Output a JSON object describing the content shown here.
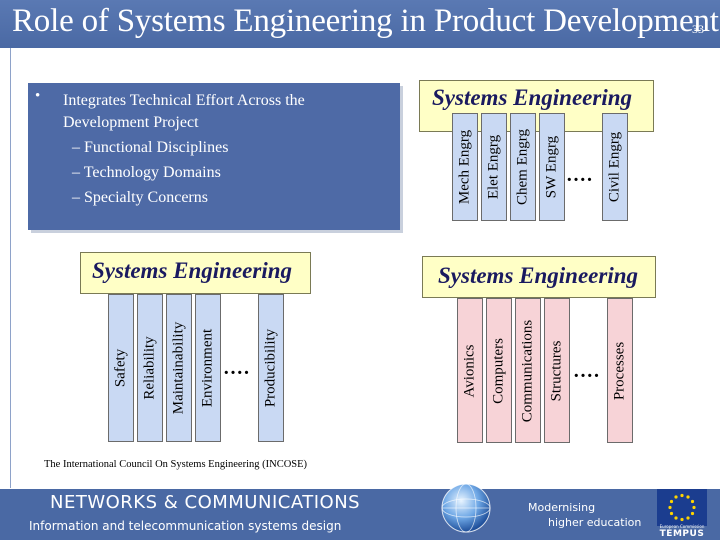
{
  "slide": {
    "title": "Role of Systems Engineering in Product Development",
    "number": "33"
  },
  "bullets": {
    "main": "Integrates Technical Effort Across the",
    "main_cont": "Development Project",
    "sub": [
      "– Functional Disciplines",
      "– Technology Domains",
      "– Specialty Concerns"
    ]
  },
  "diagrams": {
    "functional": {
      "title": "Systems Engineering",
      "items": [
        "Mech Engrg",
        "Elet Engrg",
        "Chem Engrg",
        "SW Engrg",
        "Civil Engrg"
      ],
      "color": "#c9d9f3"
    },
    "specialty": {
      "title": "Systems Engineering",
      "items": [
        "Safety",
        "Reliability",
        "Maintainability",
        "Environment",
        "Producibility"
      ],
      "color": "#c9d9f3"
    },
    "technology": {
      "title": "Systems Engineering",
      "items": [
        "Avionics",
        "Computers",
        "Communications",
        "Structures",
        "Processes"
      ],
      "color": "#f7d3d7"
    },
    "ellipsis": "…."
  },
  "caption": "The International Council On Systems Engineering (INCOSE)",
  "footer": {
    "title": "NETWORKS & COMMUNICATIONS",
    "subtitle": "Information and telecommunication systems design",
    "modernising": [
      "Modernising",
      "higher education"
    ],
    "tempus_small": "European Commission",
    "tempus": "TEMPUS"
  },
  "colors": {
    "header": "#4a69a4",
    "se_box": "#ffffc6",
    "se_title": "#1a1a60"
  }
}
